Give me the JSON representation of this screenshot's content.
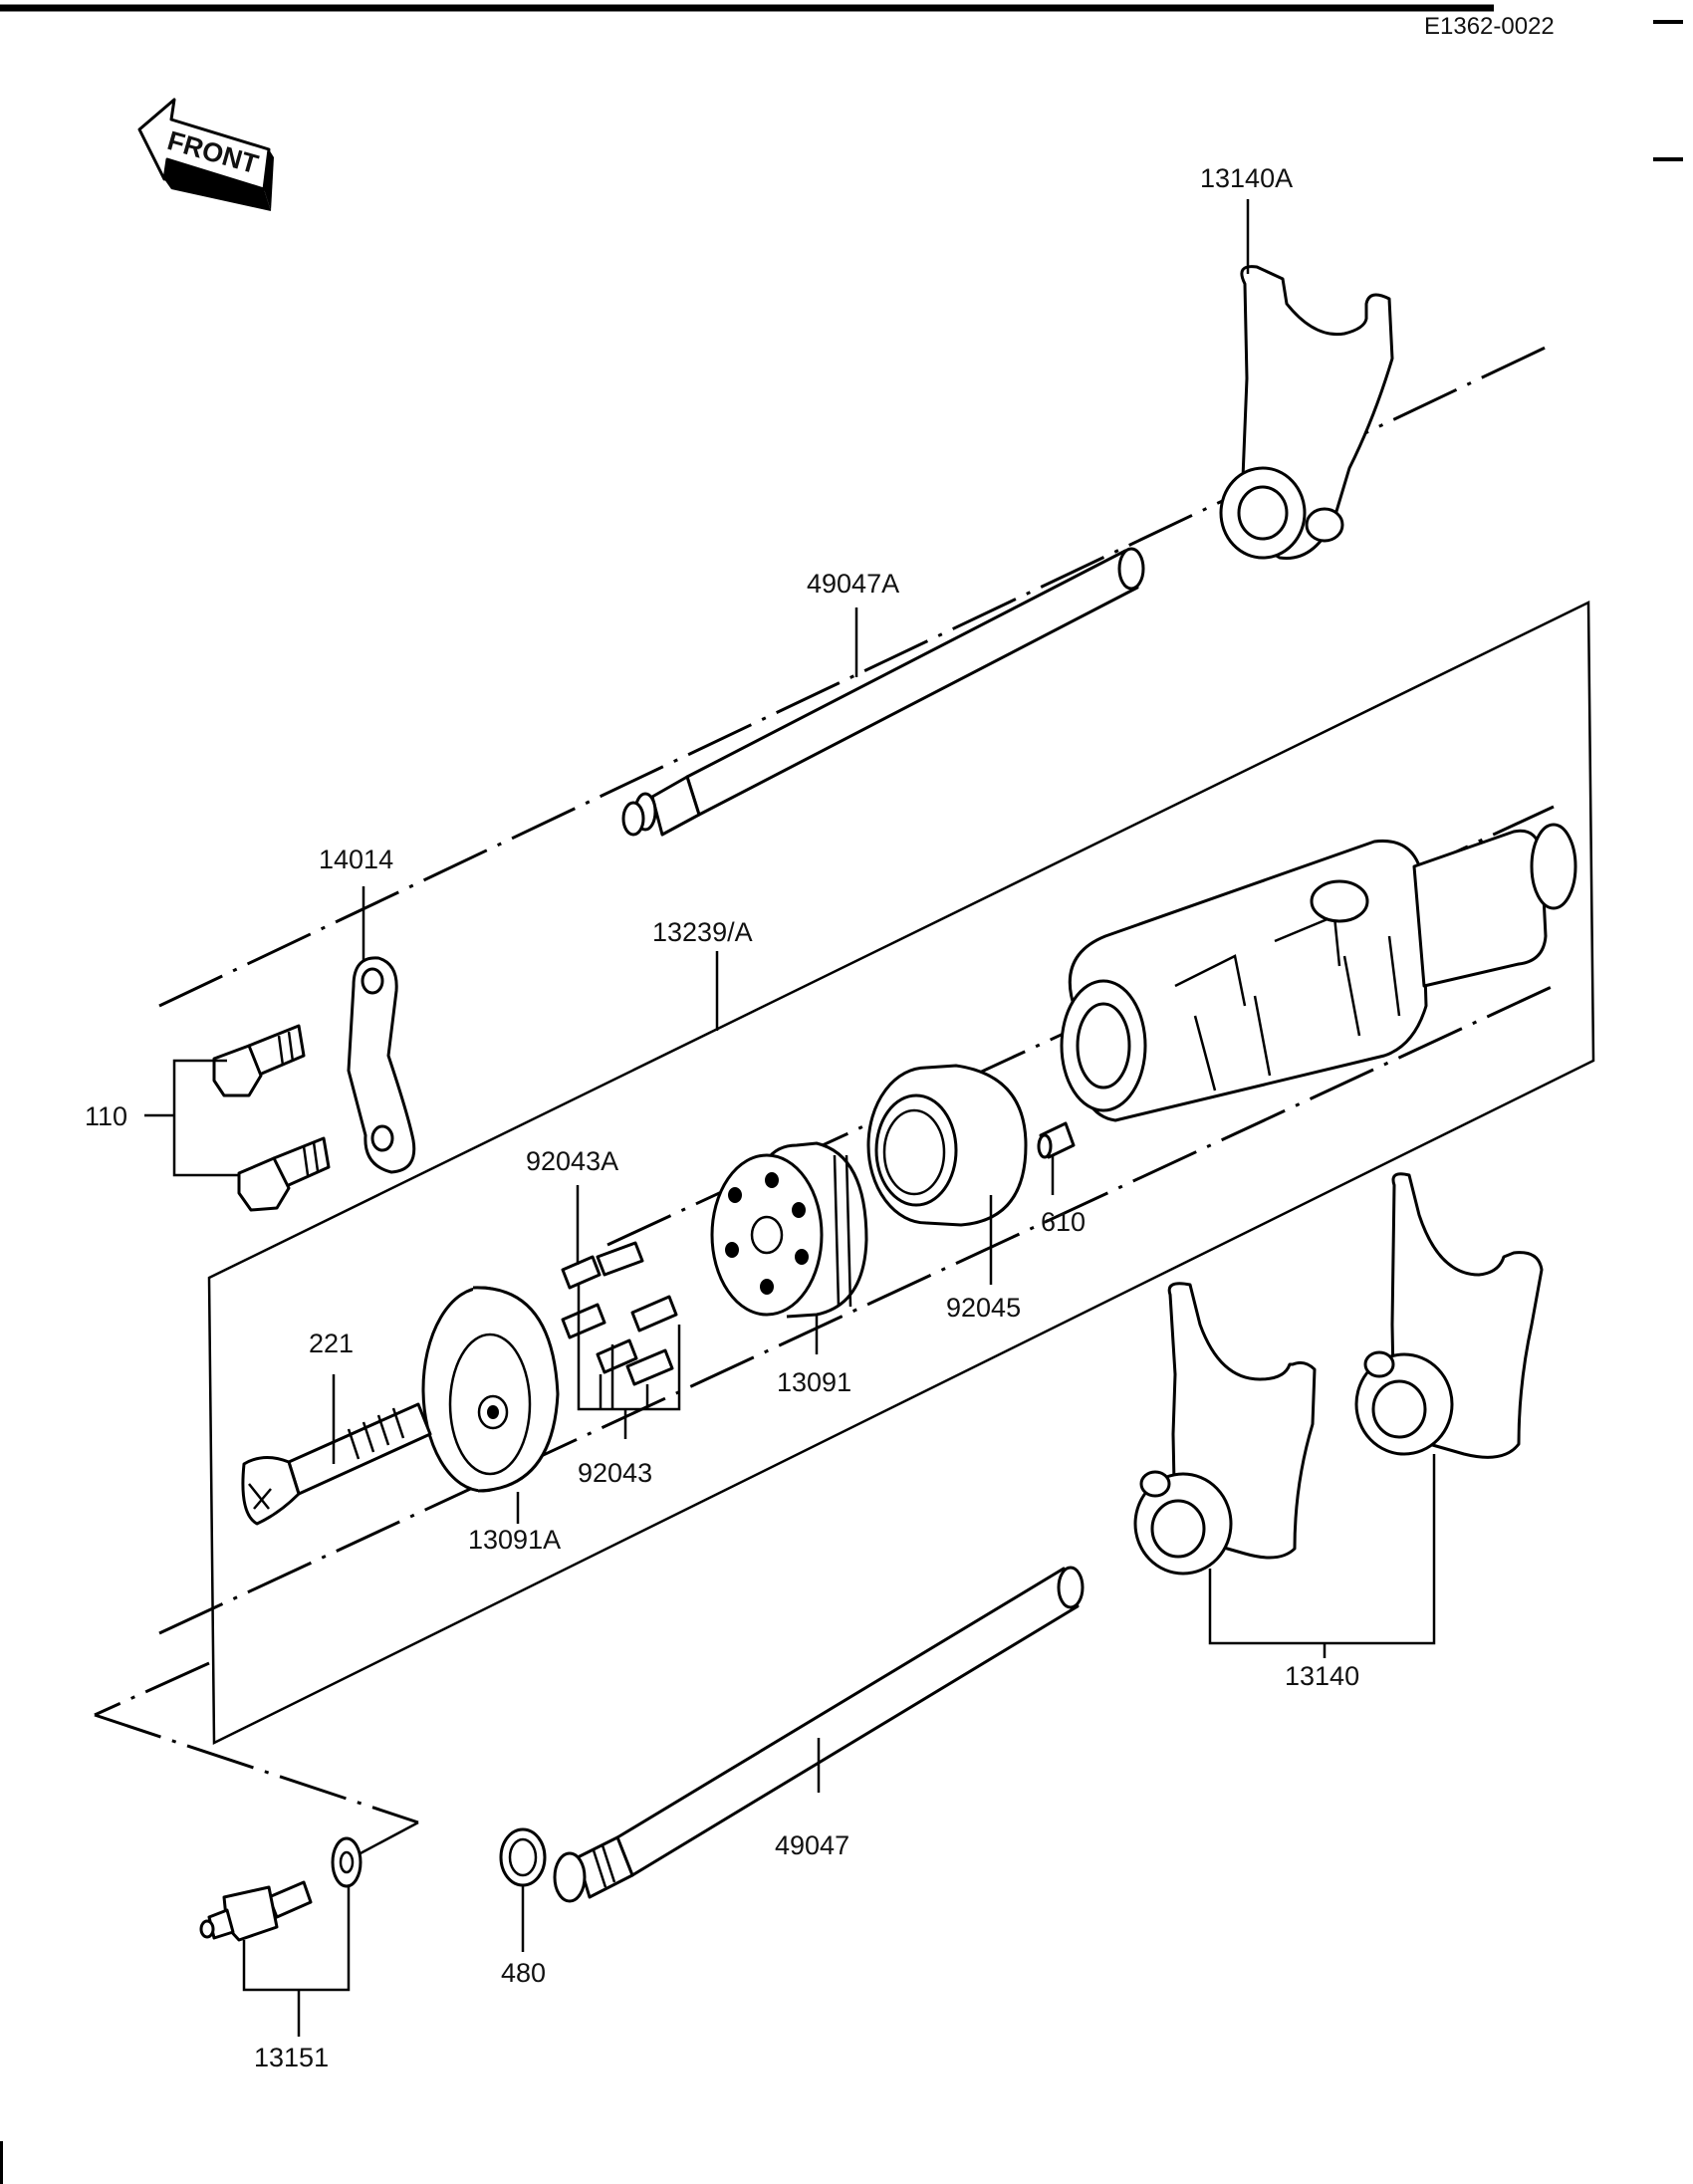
{
  "header": {
    "code": "E1362-0022"
  },
  "front_arrow": {
    "text": "FRONT",
    "icon": "front-arrow-icon"
  },
  "parts": {
    "p13140A": "13140A",
    "p49047A": "49047A",
    "p14014": "14014",
    "p13239A": "13239/A",
    "p110": "110",
    "p92043A": "92043A",
    "p610": "610",
    "p92045": "92045",
    "p221": "221",
    "p13091": "13091",
    "p92043": "92043",
    "p13091A": "13091A",
    "p13140": "13140",
    "p49047": "49047",
    "p480": "480",
    "p13151": "13151"
  }
}
